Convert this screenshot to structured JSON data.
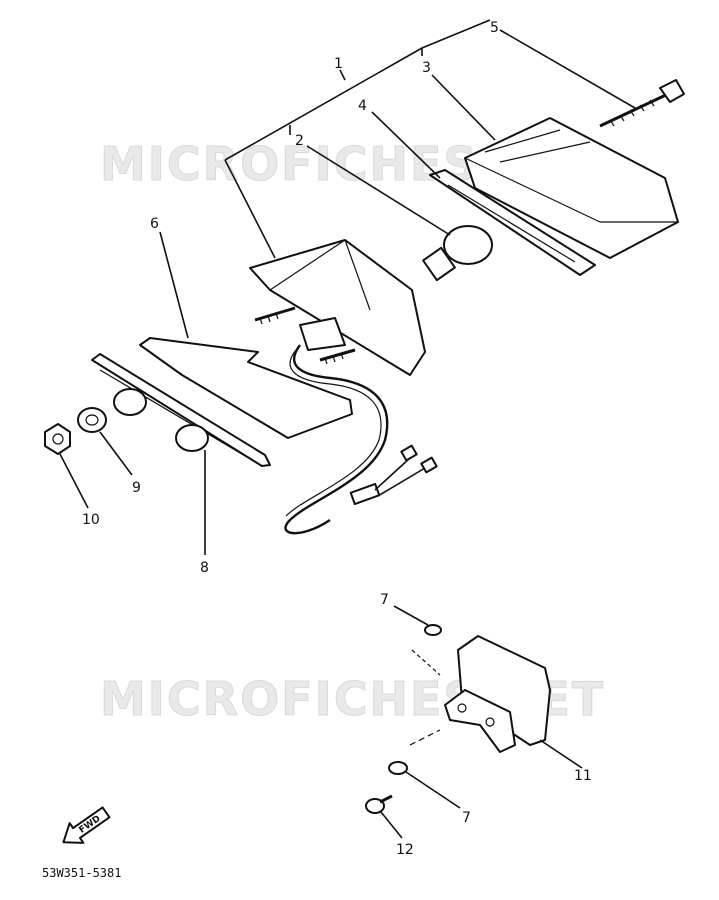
{
  "watermark_top": "MICROFICHES.NET",
  "watermark_bottom": "MICROFICHES.NET",
  "fwd_label": "FWD",
  "diagram_code": "53W351-5381",
  "callouts": [
    "1",
    "2",
    "3",
    "4",
    "5",
    "6",
    "7",
    "7",
    "8",
    "9",
    "10",
    "11",
    "12"
  ],
  "icons": [
    "fwd-arrow-icon"
  ]
}
